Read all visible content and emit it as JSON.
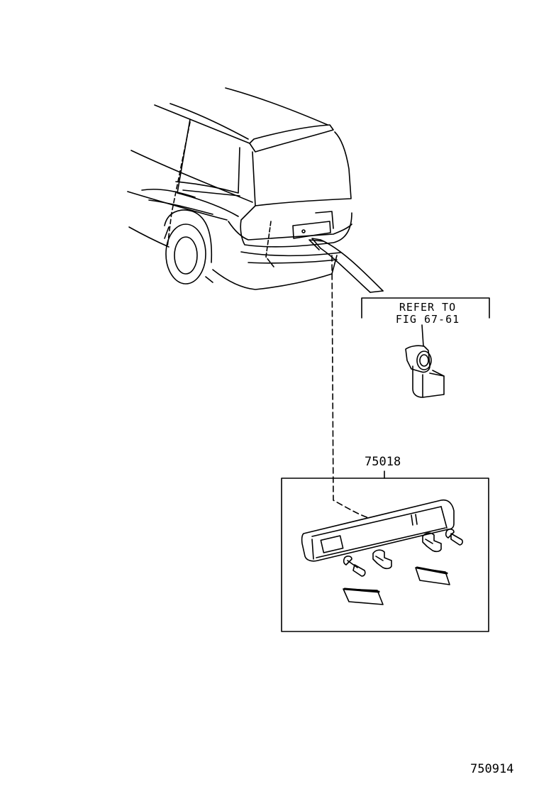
{
  "callout": {
    "refer_line1": "REFER TO",
    "refer_line2": "FIG 67-61"
  },
  "part": {
    "number": "75018"
  },
  "figure": {
    "id": "750914"
  }
}
